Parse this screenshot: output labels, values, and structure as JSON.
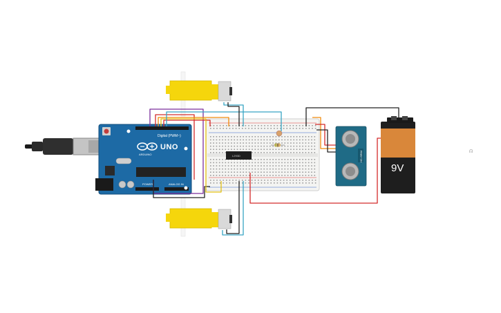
{
  "arduino": {
    "model_label": "UNO",
    "brand_label": "ARDUINO",
    "subtitle": "Digital (PWM~)",
    "power_label": "POWER",
    "analog_label": "ANALOG IN"
  },
  "motor_driver": {
    "chip_label": "L293D"
  },
  "battery": {
    "voltage_label": "9V"
  },
  "ultrasonic": {
    "model_label": "HC-SR04"
  },
  "canvas_controls": {
    "corner_icon": "⍝"
  },
  "colors": {
    "arduino_blue": "#1d6aa5",
    "motor_yellow": "#f5d60c",
    "battery_orange": "#d9873a",
    "sensor_teal": "#1f6b86",
    "wire_red": "#d42a2a",
    "wire_black": "#222222",
    "wire_orange": "#f08a0c",
    "wire_purple": "#7a2e9c",
    "wire_cyan": "#37a5c4",
    "wire_yellow": "#e3c012"
  }
}
